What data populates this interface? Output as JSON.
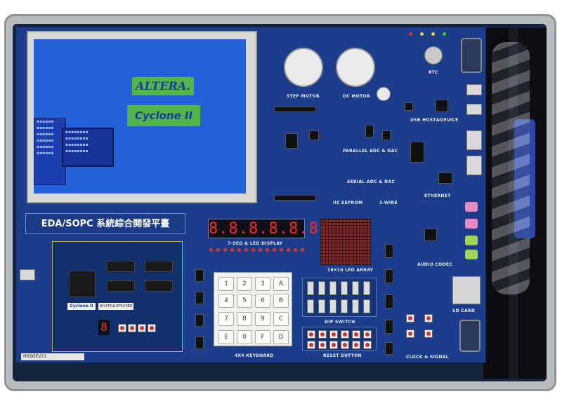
{
  "board": {
    "title": "EDA/SOPC 系統綜合開發平臺",
    "model_plate": "HNSOEV21",
    "lcd": {
      "logo_top": "ALTERA.",
      "logo_bottom": "Cyclone II"
    },
    "fpga_label": "Cyclone II",
    "fpga_part": "RH-FPGA-EP4C6E8",
    "seven_seg_value": "8.8.8.8.8.8.8.8",
    "seven_seg_single": "8",
    "keypad": {
      "keys": [
        "1",
        "2",
        "3",
        "A",
        "4",
        "5",
        "6",
        "B",
        "7",
        "8",
        "9",
        "C",
        "E",
        "0",
        "F",
        "D"
      ]
    },
    "section_labels": {
      "step_motor": "STEP MOTOR",
      "dc_motor": "DC MOTOR",
      "usb": "USB HOST&DEVICE",
      "rtc": "RTC",
      "parallel_adc": "PARALLEL ADC & DAC",
      "serial_adc": "SERIAL ADC & DAC",
      "eeprom": "IIC EEPROM",
      "one_wire": "1-WIRE",
      "ethernet": "ETHERNET",
      "audio": "AUDIO CODEC",
      "seg_led": "7-SEG & LED DISPLAY",
      "led_array": "16X16 LED ARRAY",
      "dip_switch": "DIP SWITCH",
      "reset_button": "RESET BUTTON",
      "keyboard": "4X4 KEYBOARD",
      "clock_signal": "CLOCK & SIGNAL",
      "sd_card": "SD CARD"
    }
  },
  "colors": {
    "board_blue": "#1b3d8c",
    "lcd_blue": "#2361d9",
    "logo_green": "#52b547",
    "seg_red": "#ff2a20"
  }
}
